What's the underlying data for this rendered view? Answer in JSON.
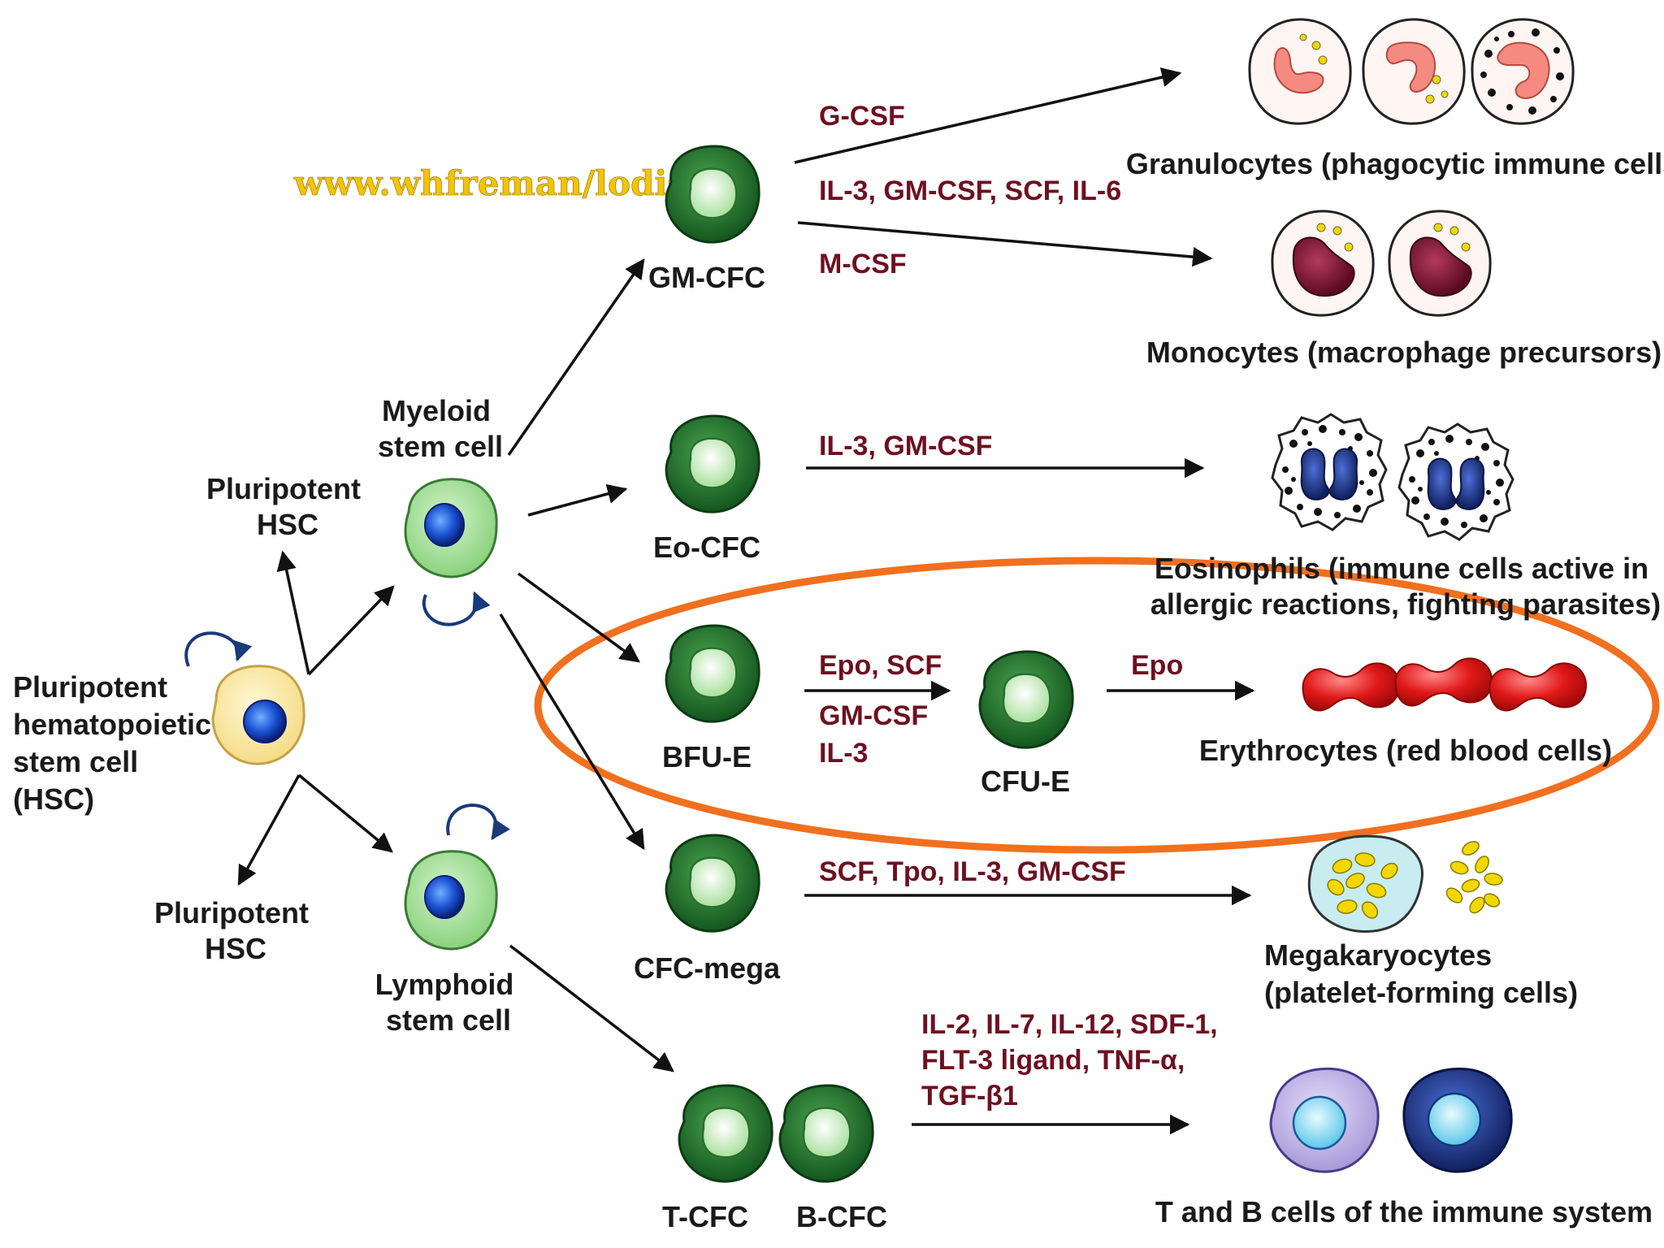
{
  "watermark": "www.whfreman/lodish",
  "colors": {
    "highlight_ellipse": "#f07020",
    "progenitor_dark": "#1f6b2a",
    "progenitor_light": "#d7f2cf",
    "stem_cell_light": "#9fdc93",
    "hsc_cytoplasm": "#fbe9a8",
    "nucleus_blue": "#1a4fd1",
    "erythrocyte_red": "#e01818",
    "factor_text": "#6e1020"
  },
  "cells": {
    "hsc": [
      "Pluripotent",
      "hematopoietic",
      "stem cell",
      "(HSC)"
    ],
    "pluripotent_hsc_upper": [
      "Pluripotent",
      "HSC"
    ],
    "pluripotent_hsc_lower": [
      "Pluripotent",
      "HSC"
    ],
    "myeloid": [
      "Myeloid",
      "stem cell"
    ],
    "lymphoid": [
      "Lymphoid",
      "stem cell"
    ],
    "gm_cfc": "GM-CFC",
    "eo_cfc": "Eo-CFC",
    "bfu_e": "BFU-E",
    "cfu_e": "CFU-E",
    "cfc_mega": "CFC-mega",
    "t_cfc": "T-CFC",
    "b_cfc": "B-CFC"
  },
  "factors": {
    "g_csf": "G-CSF",
    "gm_group": "IL-3, GM-CSF, SCF, IL-6",
    "m_csf": "M-CSF",
    "eo": "IL-3, GM-CSF",
    "bfu_e": [
      "Epo, SCF",
      "GM-CSF",
      "IL-3"
    ],
    "cfu_e": "Epo",
    "mega": "SCF, Tpo, IL-3, GM-CSF",
    "lymph": [
      "IL-2, IL-7, IL-12, SDF-1,",
      "FLT-3 ligand, TNF-α,",
      "TGF-β1"
    ]
  },
  "outputs": {
    "granulocytes": "Granulocytes (phagocytic immune cells)",
    "monocytes": "Monocytes (macrophage precursors)",
    "eosinophils": [
      "Eosinophils (immune cells active in",
      "allergic reactions, fighting parasites)"
    ],
    "erythrocytes": "Erythrocytes (red blood cells)",
    "megakaryocytes": [
      "Megakaryocytes",
      "(platelet-forming cells)"
    ],
    "tb_cells": "T and B cells of the immune system"
  }
}
